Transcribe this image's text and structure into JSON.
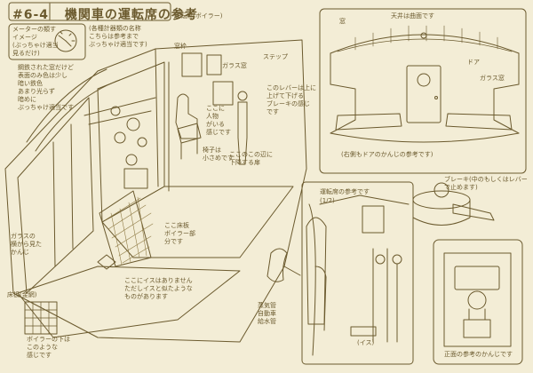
{
  "sheet": {
    "number": "#6-4",
    "title": "機関車の運転席の参考",
    "colors": {
      "paper": "#f3edd6",
      "ink": "#6b5a2e",
      "shade": "#8f7b45"
    }
  },
  "notes": {
    "gauge_note": "メーターの類す\nイメージ\n(ぶっちゃけ適当\n見るだけ)",
    "top_small": "運転席(ボイラー)",
    "top_labels": "(各種計器類の名称\nこちらは参考まで\nぶっちゃけ適当です)",
    "window_frame": "窓枠",
    "glass": "ガラス窓",
    "shaft": "ステップ",
    "left_wall": "鋼鉄された窓だけど\n表面のみ色は少し\n暗い鉄色\nあまり光らず\n暗めに\nぶっちゃけ適当です",
    "lever_note": "このレバーは上に\n上げて下げる\nブレーキの感じ\nです",
    "mid_note": "ここに\n人物\nがいる\n感じです",
    "seat_note": "椅子は\n小さめです",
    "floor_note": "ここ床板\nボイラー部\n分です",
    "cab_side": "ここのこの辺に\n下降する扉",
    "left_small": "ガラスの\n横から見た\nかんじ",
    "bottom_box": "ここにイスはありません\nただしイスと似たような\nものがあります",
    "floor_grid": "床板(金網)",
    "floor_grid_sub": "ボイラーの下は\nこのような\n感じです",
    "cloth": "蒸気管\n自動車\n給水管",
    "ceiling_note": "天井は曲面です",
    "panel_right_top": "窓",
    "right_door": "ドア",
    "right_glass": "ガラス窓",
    "door_caption": "(右側もドアのかんじの参考です)",
    "cab_interior": "運転席の参考です",
    "cab_sub": "(1/2)",
    "chair_caption": "(イス)",
    "brake_note": "ブレーキ(中のもしくはレバー\nで止めます)",
    "front_caption": "正面の参考のかんじです"
  }
}
